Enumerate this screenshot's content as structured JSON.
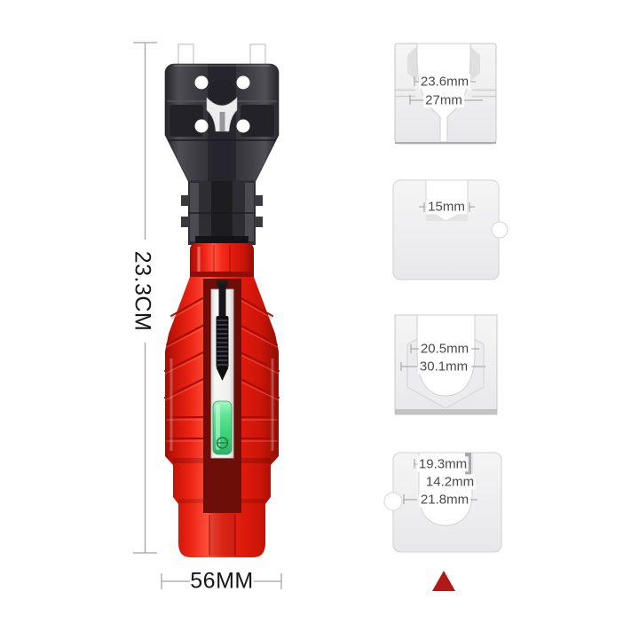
{
  "page": {
    "background": "#ffffff"
  },
  "dimensions": {
    "height": "23.3CM",
    "width": "56MM"
  },
  "sockets": [
    {
      "labels": [
        "23.6mm",
        "27mm"
      ]
    },
    {
      "labels": [
        "15mm"
      ]
    },
    {
      "labels": [
        "20.5mm",
        "30.1mm"
      ]
    },
    {
      "labels": [
        "19.3mm",
        "14.2mm",
        "21.8mm"
      ]
    }
  ],
  "colors": {
    "tool_red": "#e81c10",
    "tool_dark": "#2e2d33",
    "slot_maroon": "#6e0e08",
    "level_green": "#3cd57b",
    "socket_fill": "#f0f0f1",
    "label_text": "#4a4a4a",
    "dimension_text": "#161616",
    "leader_line": "#9c9c9c",
    "triangle": "#b21815"
  }
}
